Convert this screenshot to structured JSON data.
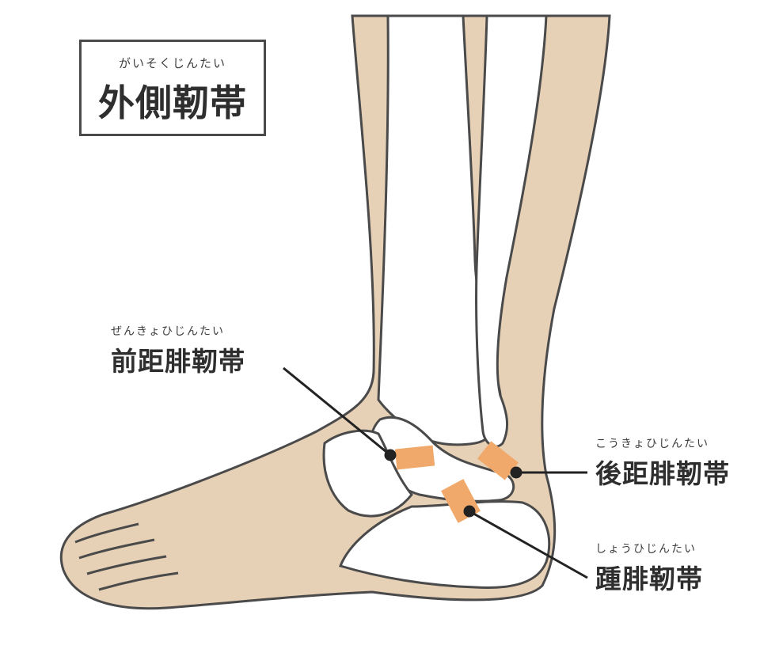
{
  "title": {
    "ruby": "がいそくじんたい",
    "text": "外側靭帯"
  },
  "labels": {
    "atfl": {
      "ruby": "ぜんきょひじんたい",
      "text": "前距腓靭帯"
    },
    "ptfl": {
      "ruby": "こうきょひじんたい",
      "text": "後距腓靭帯"
    },
    "cfl": {
      "ruby": "しょうひじんたい",
      "text": "踵腓靭帯"
    }
  },
  "colors": {
    "skin": "#e6d0b6",
    "outline": "#4a4a4a",
    "bone": "#ffffff",
    "ligament": "#f0a96a",
    "leader": "#222222"
  }
}
